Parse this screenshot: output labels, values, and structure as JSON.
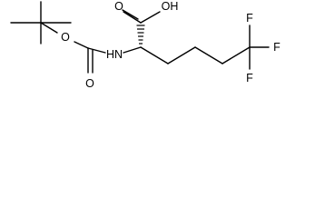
{
  "structure": {
    "atom_labels": {
      "carbonyl_o_acid": "O",
      "hydroxyl": "OH",
      "ester_o": "O",
      "carbonyl_o_boc": "O",
      "nh": "HN",
      "f_top": "F",
      "f_right": "F",
      "f_bottom": "F"
    }
  }
}
